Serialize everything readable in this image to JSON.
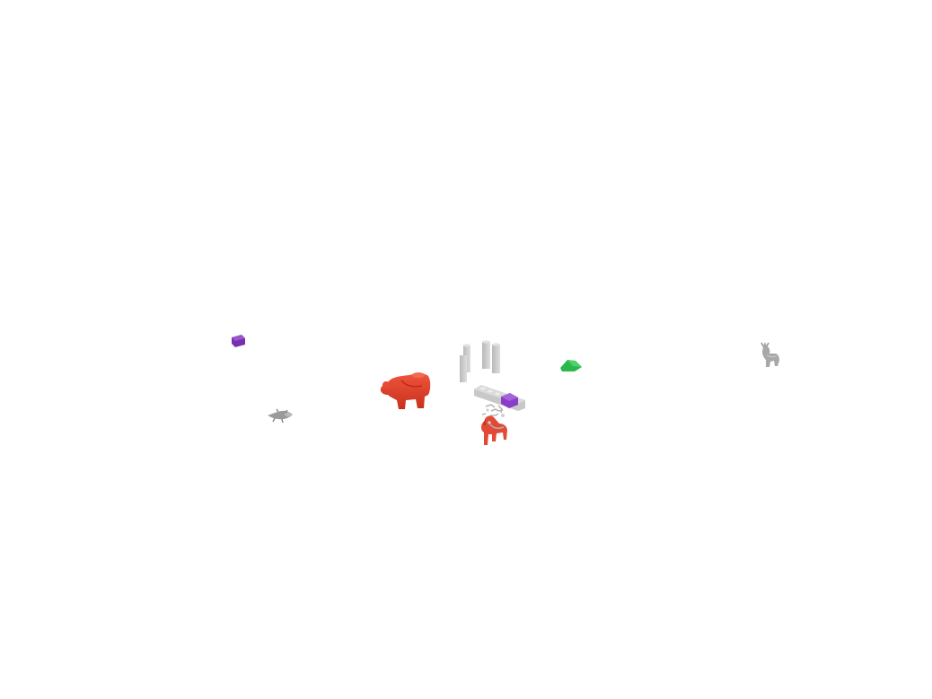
{
  "scene": {
    "background": "#ffffff",
    "objects": [
      {
        "name": "purple-brick-small",
        "kind": "brick",
        "color": "#7a2fb0"
      },
      {
        "name": "gray-lizard-figure",
        "kind": "lizard",
        "color": "#9a9a9a"
      },
      {
        "name": "red-bear-figure",
        "kind": "bear",
        "color": "#e8402b"
      },
      {
        "name": "gray-pillar-bricks",
        "kind": "pillars",
        "color": "#c4c4c4"
      },
      {
        "name": "gray-long-brick",
        "kind": "long-brick",
        "color": "#c8c8c8"
      },
      {
        "name": "purple-brick-on-gray",
        "kind": "brick",
        "color": "#8a3cc8"
      },
      {
        "name": "gray-small-parts-cluster",
        "kind": "parts",
        "color": "#bdbdbd"
      },
      {
        "name": "red-horse-figure",
        "kind": "horse",
        "color": "#e24a35"
      },
      {
        "name": "green-wedge-brick",
        "kind": "wedge",
        "color": "#2bb84a"
      },
      {
        "name": "gray-goat-figure",
        "kind": "goat",
        "color": "#a8a8a8"
      }
    ]
  }
}
